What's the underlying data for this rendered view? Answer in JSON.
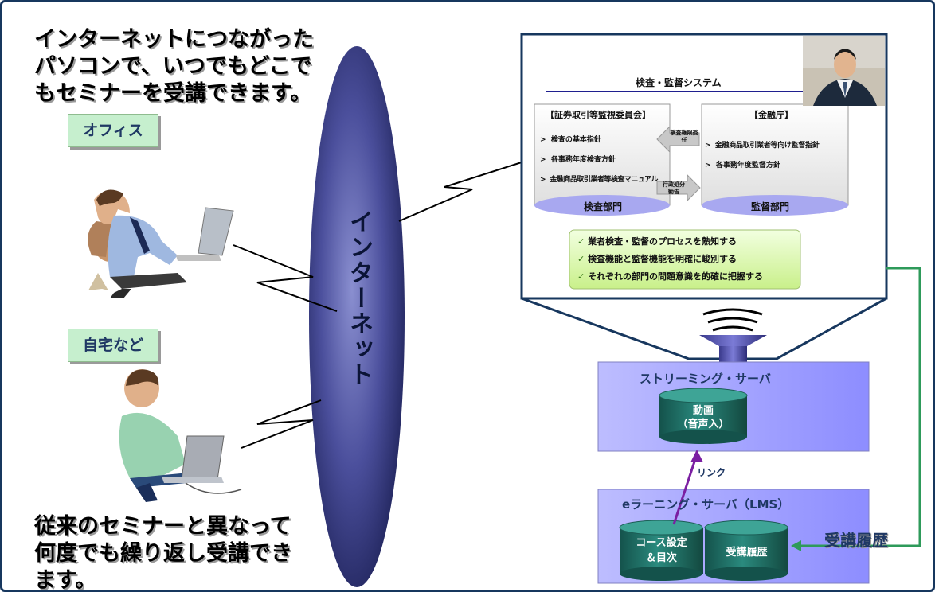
{
  "intro_text": [
    "インターネットにつながった",
    "パソコンで、いつでもどこで",
    "もセミナーを受講できます。"
  ],
  "office_label": "オフィス",
  "home_label": "自宅など",
  "bottom_text": [
    "従来のセミナーと異なって",
    "何度でも繰り返し受講でき",
    "ます。"
  ],
  "internet_label": "インターネット",
  "slide": {
    "title": "検査・監督システム",
    "left_box_header": "【証券取引等監視委員会】",
    "left_items": [
      "検査の基本指針",
      "各事務年度検査方針",
      "金融商品取引業者等検査マニュアル"
    ],
    "left_box_footer": "検査部門",
    "right_box_header": "【金融庁】",
    "right_items": [
      "金融商品取引業者等向け監督指針",
      "各事務年度監督方針"
    ],
    "right_box_footer": "監督部門",
    "arrow_left_label": "検査権限委任",
    "arrow_right_label": "行政処分勧告",
    "points": [
      "業者検査・監督のプロセスを熟知する",
      "検査機能と監督機能を明確に峻別する",
      "それぞれの部門の問題意識を的確に把握する"
    ],
    "check_glyph": "✓",
    "bullet_glyph": ">"
  },
  "streaming_server": {
    "title": "ストリーミング・サーバ",
    "video_db": "動画\n（音声入）"
  },
  "link_label": "リンク",
  "lms_server": {
    "title": "eラーニング・サーバ（LMS）",
    "course_db": "コース設定\n＆目次",
    "history_db": "受講履歴"
  },
  "history_label": "受講履歴",
  "colors": {
    "frame": "#17375e",
    "server_box": "#9999ff",
    "cylinder": "#1e6b63",
    "green_line": "#2e9a5a",
    "link_arrow": "#7b1fa2",
    "label_bg": "#c6efce",
    "ellipse": "#3b3f8a"
  }
}
